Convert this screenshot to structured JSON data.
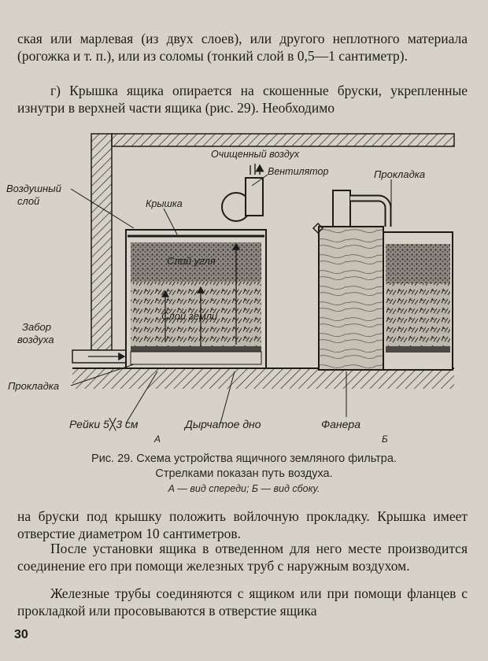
{
  "top_text": {
    "line1": "ская или марлевая (из двух слоев), или другого неплотного материала (рогожка и т. п.), или из соломы (тонкий слой в 0,5—1 сантиметр).",
    "para_g": "г) Крышка ящика опирается на скошенные бруски, укрепленные изнутри в верхней части ящика (рис. 29). Необходимо"
  },
  "figure": {
    "labels": {
      "clean_air": "Очищенный воздух",
      "fan": "Вентилятор",
      "gasket_top": "Прокладка",
      "air_layer_1": "Воздушный",
      "air_layer_2": "слой",
      "lid": "Крышка",
      "coal_layer": "Слой угля",
      "earth_layer": "Слой земли",
      "air_intake_1": "Забор",
      "air_intake_2": "воздуха",
      "gasket_bottom": "Прокладка",
      "slats": "Рейки 5╳3 см",
      "perforated_bottom": "Дырчатое дно",
      "plywood": "Фанера",
      "view_a": "А",
      "view_b": "Б"
    }
  },
  "caption": {
    "line1": "Рис. 29. Схема устройства ящичного земляного фильтра.",
    "line2": "Стрелками показан путь воздуха.",
    "line3": "А — вид спереди; Б — вид сбоку."
  },
  "bottom_text": {
    "para1": "на бруски под крышку положить войлочную прокладку. Крышка имеет отверстие диаметром 10 сантиметров.",
    "para2": "После установки ящика в отведенном для него месте производится соединение его при помощи железных труб с наружным воздухом.",
    "para3": "Железные трубы соединяются с ящиком или при помощи фланцев с прокладкой или просовываются в отверстие ящика"
  },
  "page_number": "30"
}
